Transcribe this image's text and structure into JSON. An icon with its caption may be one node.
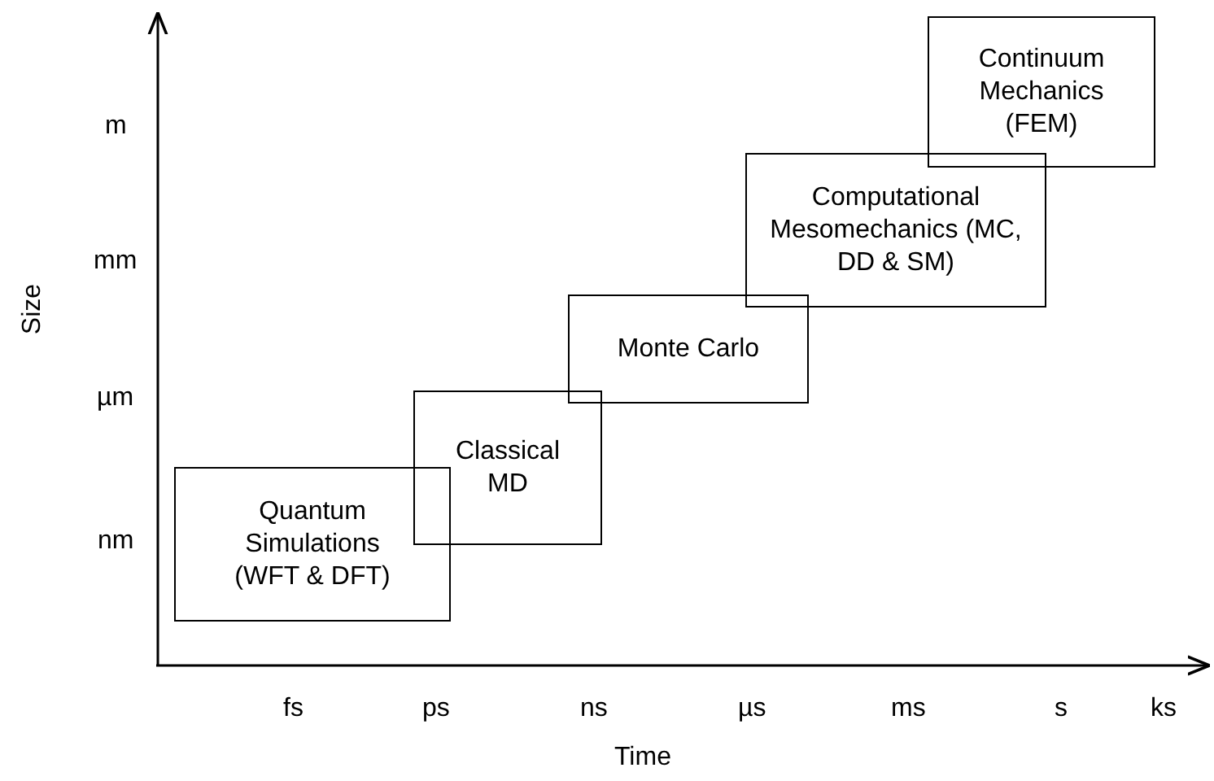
{
  "diagram": {
    "nodes": [
      {
        "text": [
          "Quantum Simulations (WFT & DFT)"
        ]
      },
      {
        "text": [
          "Classical MD"
        ]
      },
      {
        "text": [
          "Monte Carlo"
        ]
      },
      {
        "text": [
          "Computational Mesomechanics (MC, DD & SM)"
        ]
      },
      {
        "text": [
          "Continuum Mechanics (FEM)"
        ]
      }
    ],
    "edges": [],
    "labels": [
      "m",
      "mm",
      "µm",
      "nm",
      "Size",
      "fs",
      "ps",
      "ns",
      "µs",
      "ms",
      "s",
      "ks",
      "Time"
    ]
  }
}
